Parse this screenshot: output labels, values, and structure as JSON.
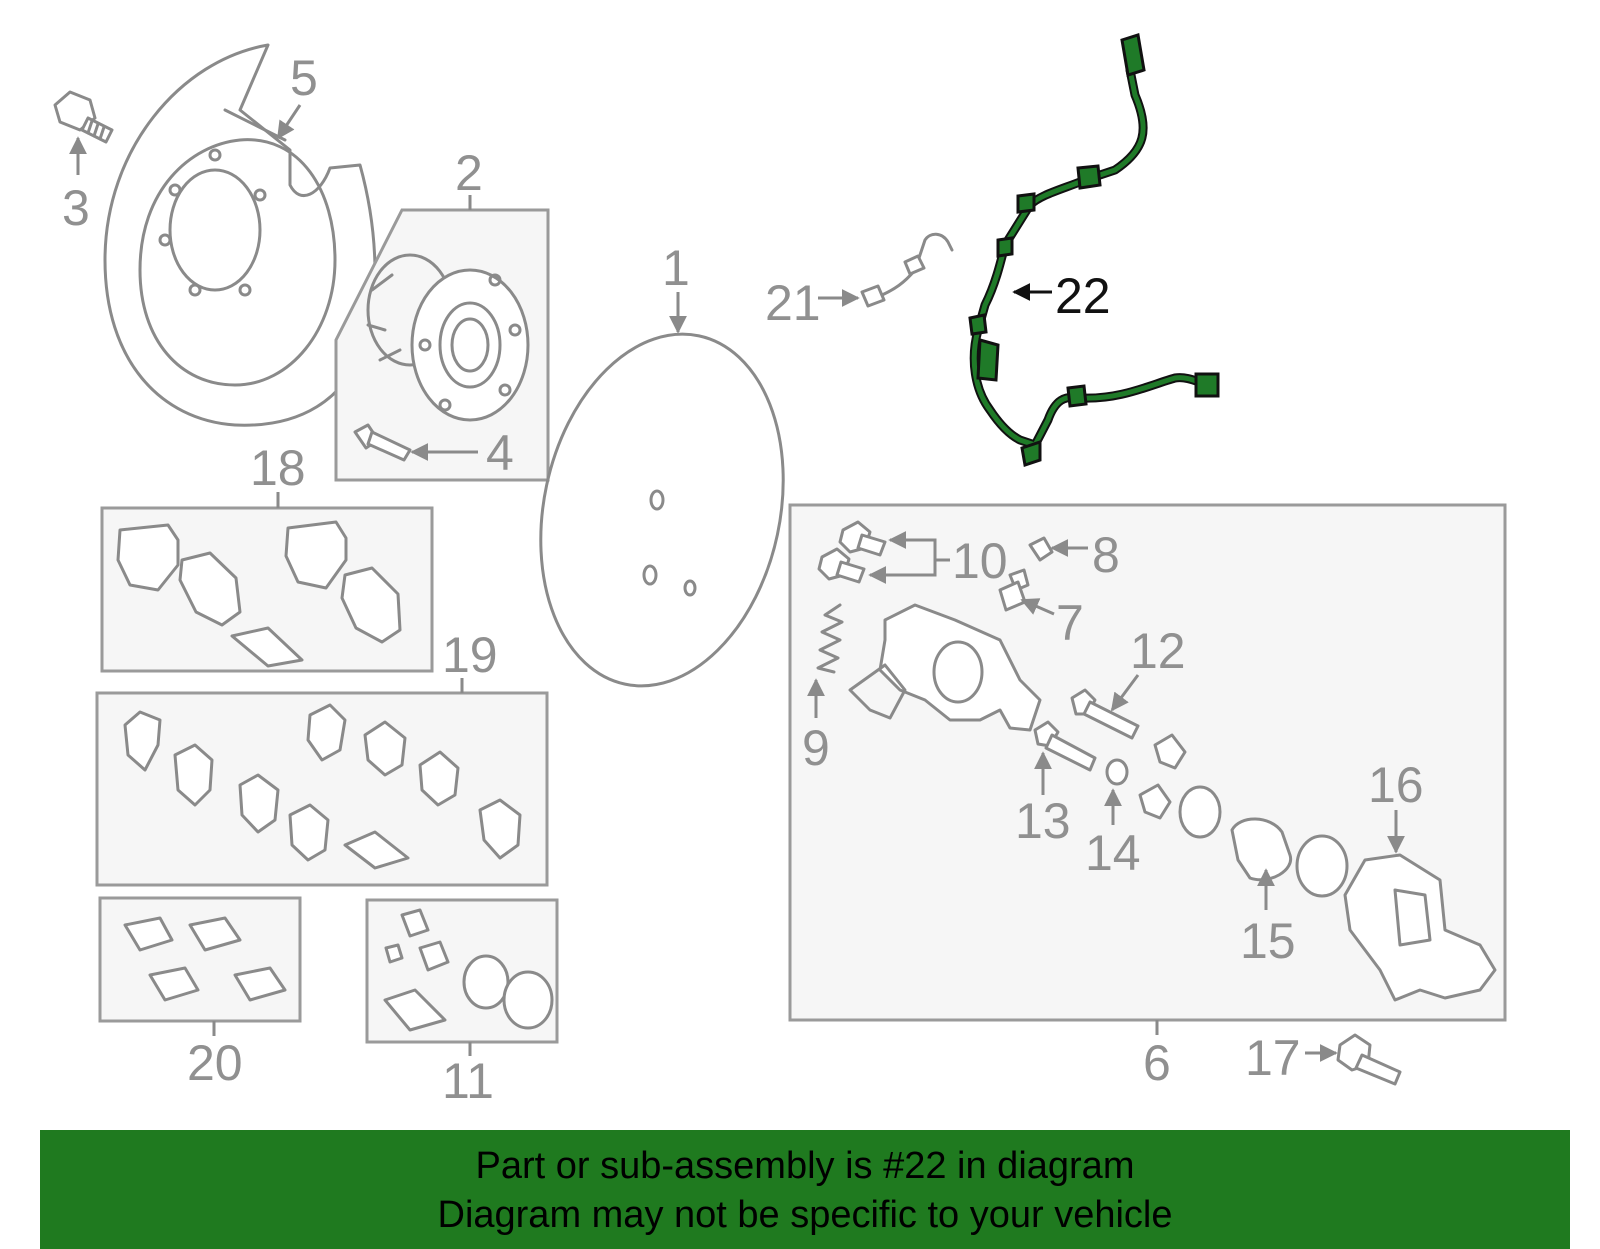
{
  "callouts": {
    "c1": "1",
    "c2": "2",
    "c3": "3",
    "c4": "4",
    "c5": "5",
    "c6": "6",
    "c7": "7",
    "c8": "8",
    "c9": "9",
    "c10": "10",
    "c11": "11",
    "c12": "12",
    "c13": "13",
    "c14": "14",
    "c15": "15",
    "c16": "16",
    "c17": "17",
    "c18": "18",
    "c19": "19",
    "c20": "20",
    "c21": "21",
    "c22": "22"
  },
  "highlight": {
    "part": "22",
    "color": "#1f7a28"
  },
  "banner": {
    "line1": "Part or sub-assembly is #22 in diagram",
    "line2": "Diagram may not be specific to your vehicle",
    "color": "#1f7a1f"
  }
}
